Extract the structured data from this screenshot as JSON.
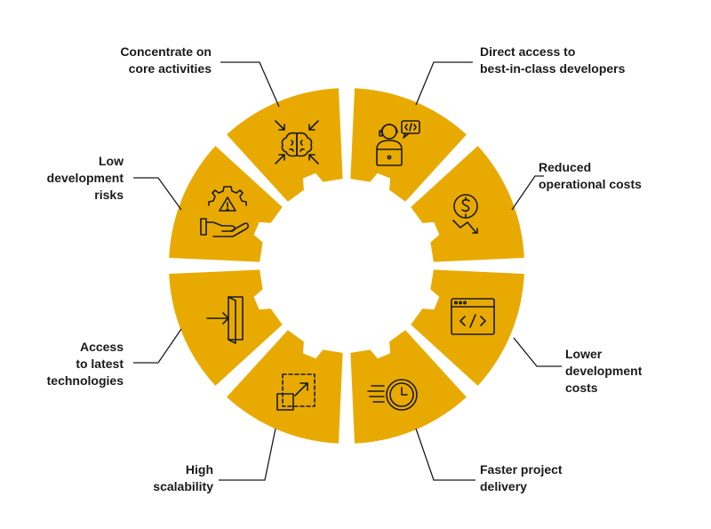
{
  "colors": {
    "segment": "#E8AA00",
    "icon": "#1a1a1a",
    "leader": "#1a1a1a",
    "background": "#ffffff"
  },
  "segments": [
    {
      "icon": "developer-code-icon",
      "label": "Direct access to\nbest-in-class developers"
    },
    {
      "icon": "dollar-down-icon",
      "label": "Reduced\noperational costs"
    },
    {
      "icon": "browser-code-icon",
      "label": "Lower\ndevelopment\ncosts"
    },
    {
      "icon": "clock-speed-icon",
      "label": "Faster project\ndelivery"
    },
    {
      "icon": "scale-arrow-icon",
      "label": "High\nscalability"
    },
    {
      "icon": "door-enter-icon",
      "label": "Access\nto latest\ntechnologies"
    },
    {
      "icon": "gear-warning-hand-icon",
      "label": "Low\ndevelopment\nrisks"
    },
    {
      "icon": "brain-focus-icon",
      "label": "Concentrate on\ncore activities"
    }
  ]
}
